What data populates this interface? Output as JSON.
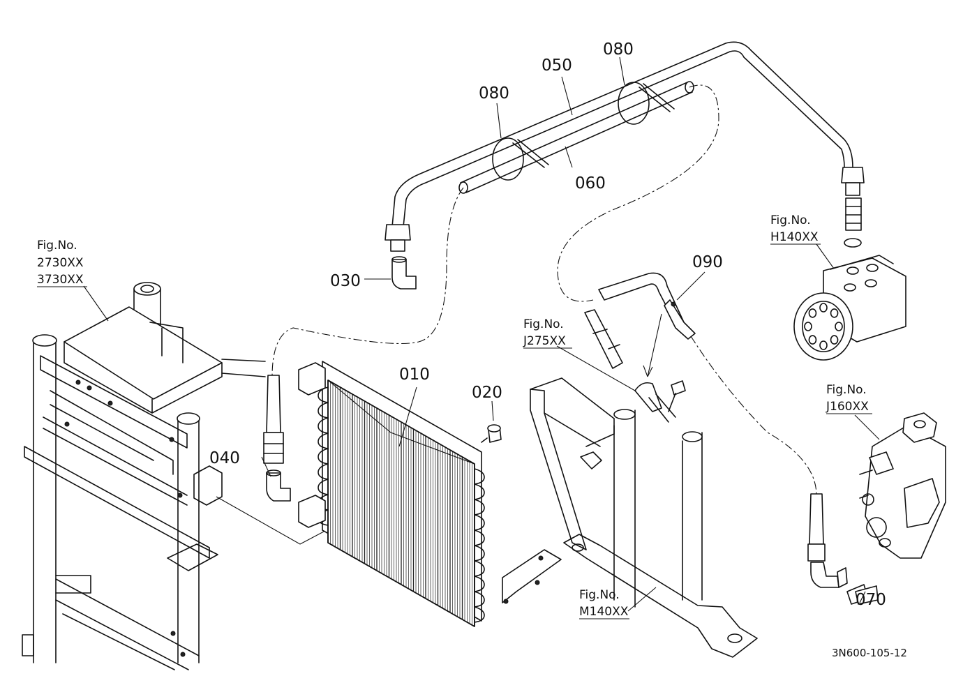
{
  "callouts": {
    "c010": "010",
    "c020": "020",
    "c030": "030",
    "c040": "040",
    "c050": "050",
    "c060": "060",
    "c080a": "080",
    "c080b": "080",
    "c090": "090",
    "c070": "070"
  },
  "refs": {
    "frame": {
      "label": "Fig.No.",
      "codes": [
        "2730XX",
        "3730XX"
      ]
    },
    "j275": {
      "label": "Fig.No.",
      "codes": [
        "J275XX"
      ]
    },
    "h140": {
      "label": "Fig.No.",
      "codes": [
        "H140XX"
      ]
    },
    "j160": {
      "label": "Fig.No.",
      "codes": [
        "J160XX"
      ]
    },
    "m140": {
      "label": "Fig.No.",
      "codes": [
        "M140XX"
      ]
    }
  },
  "drawing_code": "3N600-105-12"
}
